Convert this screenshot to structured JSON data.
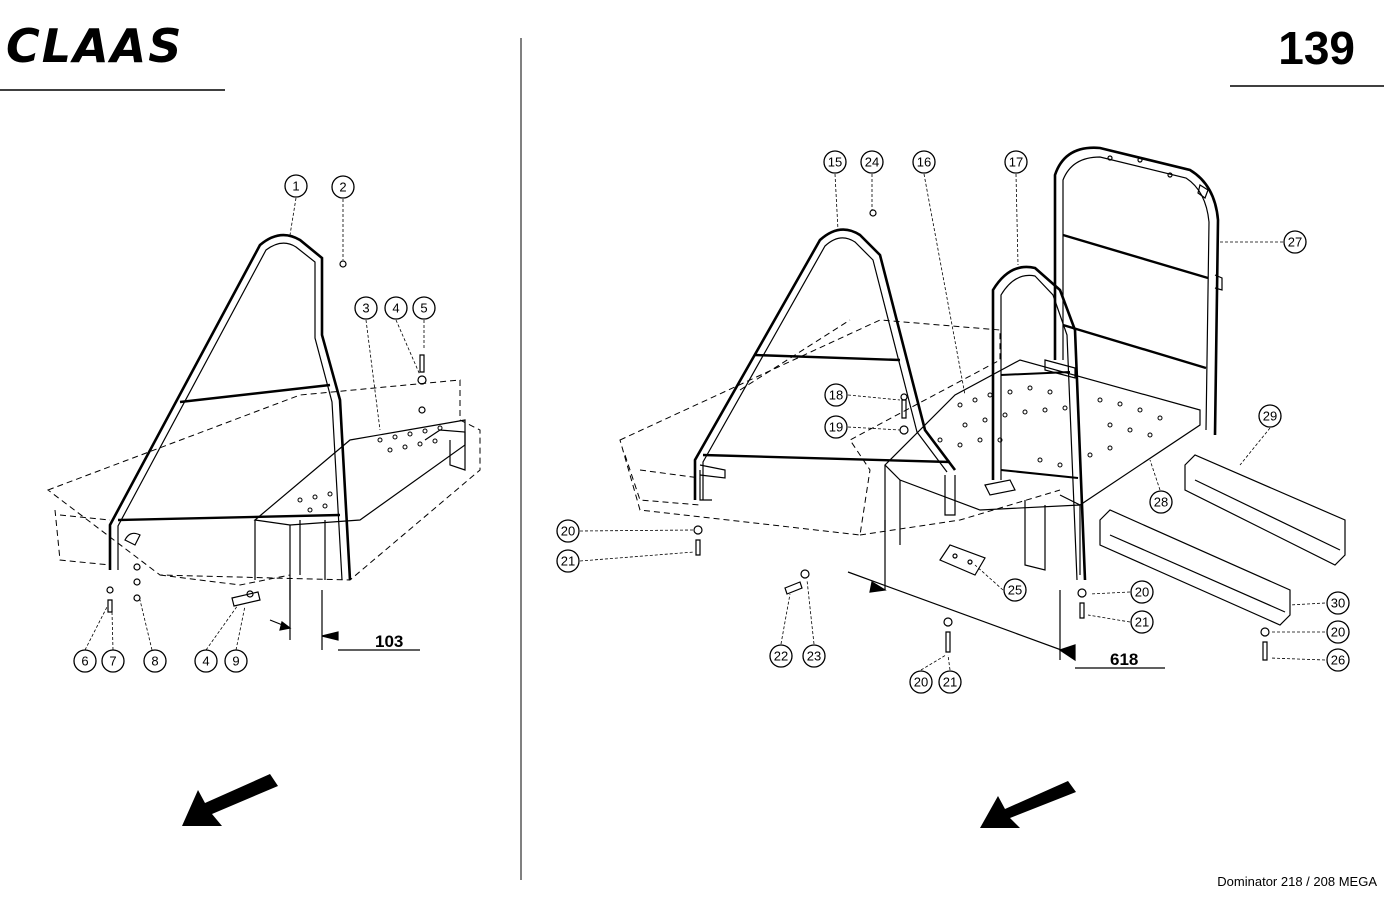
{
  "header": {
    "brand": "CLAAS",
    "page_number": "139"
  },
  "footer": {
    "model": "Dominator 218 / 208 MEGA"
  },
  "left_panel": {
    "callouts": [
      "1",
      "2",
      "3",
      "4",
      "5",
      "6",
      "7",
      "8",
      "4",
      "9"
    ],
    "reference": "103"
  },
  "right_panel": {
    "callouts": [
      "15",
      "24",
      "16",
      "17",
      "27",
      "18",
      "19",
      "29",
      "28",
      "20",
      "21",
      "25",
      "20",
      "21",
      "30",
      "20",
      "26",
      "22",
      "23",
      "20",
      "21"
    ],
    "reference": "618"
  }
}
